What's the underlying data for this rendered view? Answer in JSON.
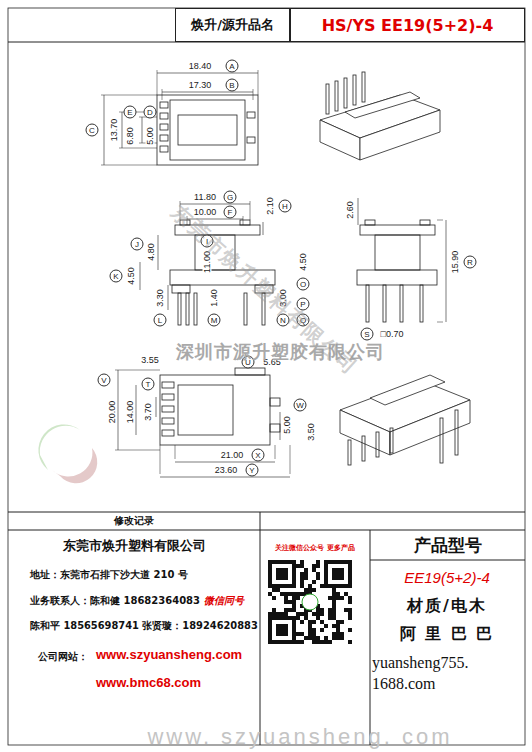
{
  "diagram": {
    "nodes": [
      {
        "text": [
          "焕升/源升品名"
        ]
      },
      {
        "text": [
          "HS/YS EE19(5+2)-4"
        ]
      },
      {
        "text": [
          "修改记录"
        ]
      },
      {
        "text": [
          "东莞市焕升塑料有限公司",
          "地址：东莞市石排下沙大道 210 号",
          "业务联系人：陈和健 18682364083",
          "微信同号",
          "陈和平 18565698741 张贤璇：18924620883",
          "公司网站：",
          "www.szyuansheng.com",
          "www.bmc68.com"
        ]
      },
      {
        "text": [
          "产品型号"
        ]
      }
    ],
    "labels": [
      "18.40",
      "A",
      "17.30",
      "B",
      "13.70",
      "C",
      "6.80",
      "E",
      "5.00",
      "D",
      "11.80",
      "G",
      "10.00",
      "F",
      "2.10",
      "H",
      "J",
      "4.80",
      "I",
      "11.00",
      "4.50",
      "K",
      "3.30",
      "L",
      "1.40",
      "M",
      "3.00",
      "N",
      "4.50",
      "O",
      "P",
      "Q",
      "2.60",
      "15.90",
      "R",
      "S",
      "□0.70",
      "3.55",
      "V",
      "20.00",
      "14.00",
      "3.70",
      "T",
      "U",
      "5.65",
      "5.00",
      "W",
      "3.50",
      "21.00",
      "X",
      "23.60",
      "Y",
      "深圳市源升塑胶有限公司",
      "东莞市焕升塑料有限公司",
      "关注微信公众号 更多产品",
      "EE19(5+2)-4",
      "材质/电木",
      "阿 里 巴 巴",
      "yuansheng755. 1688.com",
      "www. szyuansheng. com"
    ]
  }
}
